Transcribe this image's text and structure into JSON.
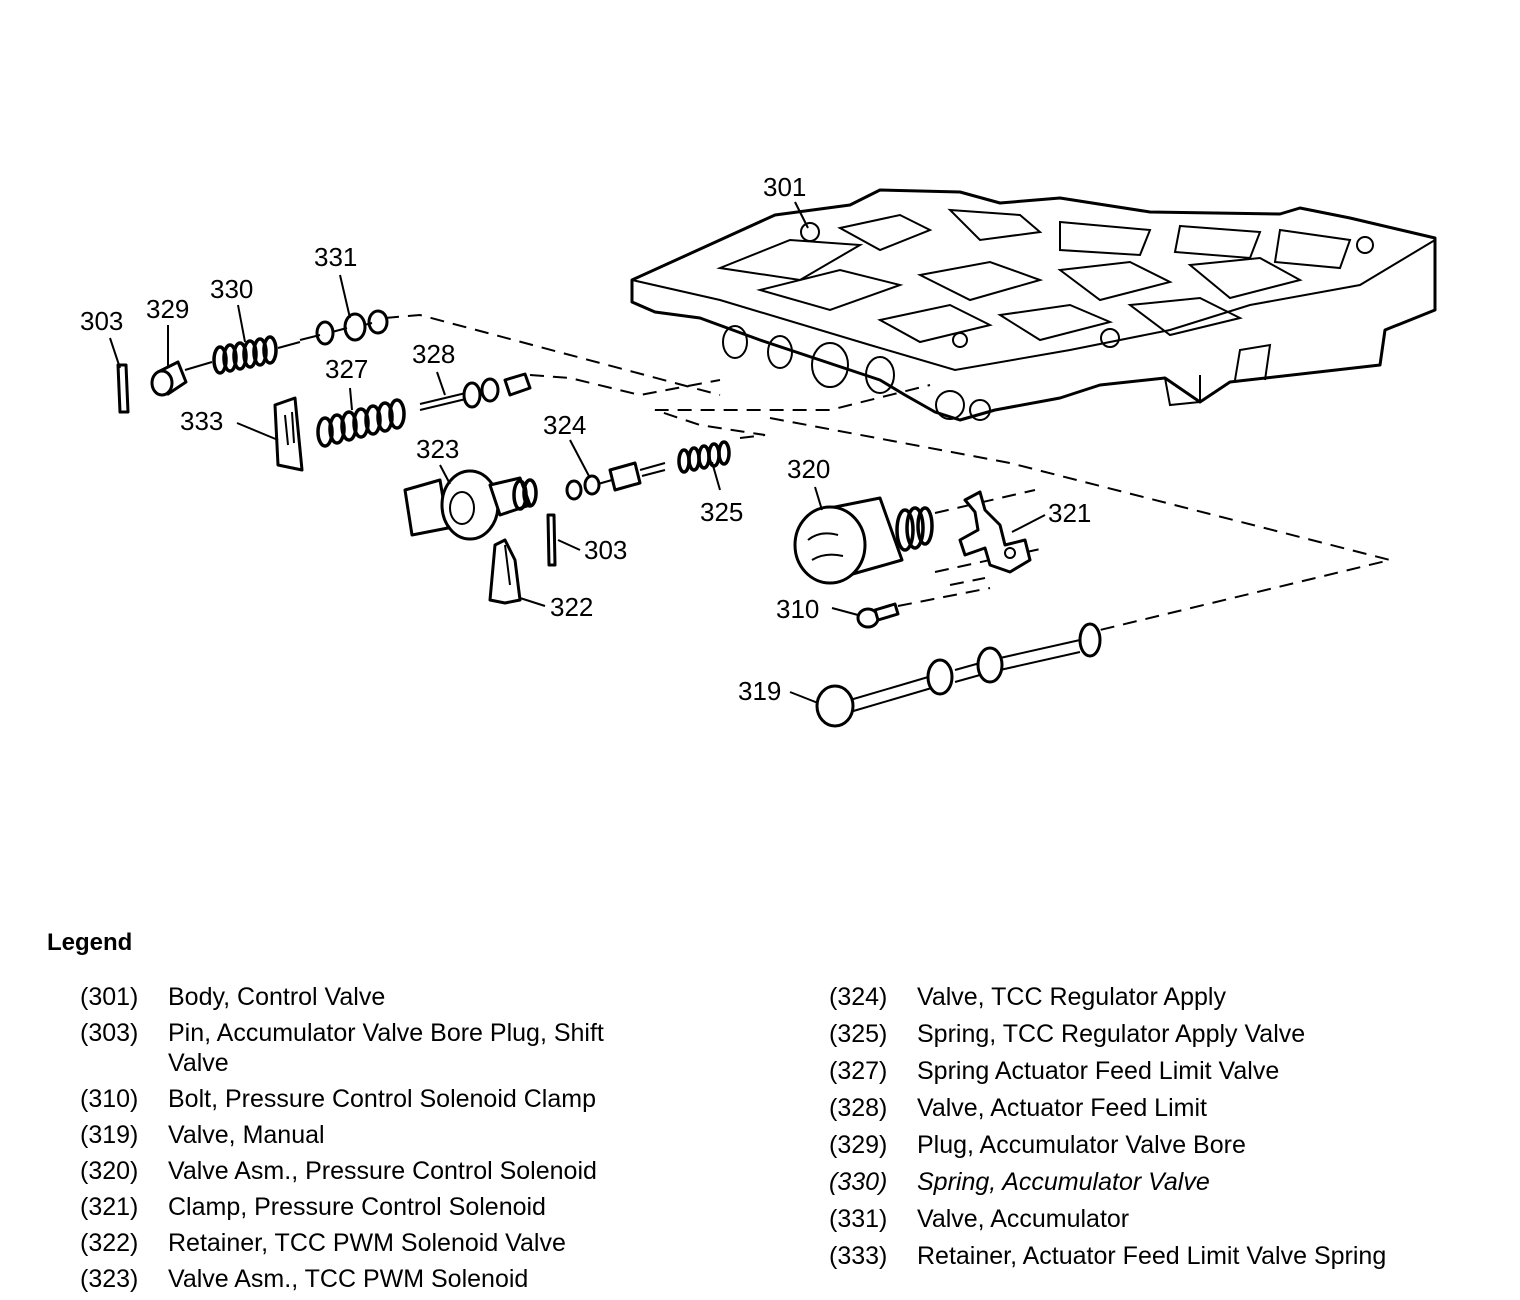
{
  "callouts": {
    "c301": "301",
    "c331": "331",
    "c330": "330",
    "c329": "329",
    "c303a": "303",
    "c328": "328",
    "c327": "327",
    "c333": "333",
    "c323": "323",
    "c324": "324",
    "c325": "325",
    "c303b": "303",
    "c322": "322",
    "c320": "320",
    "c321": "321",
    "c310": "310",
    "c319": "319"
  },
  "legend": {
    "title": "Legend",
    "left": [
      {
        "num": "(301)",
        "desc": "Body, Control Valve"
      },
      {
        "num": "(303)",
        "desc": "Pin, Accumulator Valve Bore Plug, Shift Valve"
      },
      {
        "num": "(310)",
        "desc": "Bolt, Pressure Control Solenoid Clamp"
      },
      {
        "num": "(319)",
        "desc": "Valve, Manual"
      },
      {
        "num": "(320)",
        "desc": "Valve Asm., Pressure Control Solenoid"
      },
      {
        "num": "(321)",
        "desc": "Clamp, Pressure Control Solenoid"
      },
      {
        "num": "(322)",
        "desc": "Retainer, TCC PWM Solenoid Valve"
      },
      {
        "num": "(323)",
        "desc": "Valve Asm., TCC PWM Solenoid"
      }
    ],
    "right": [
      {
        "num": "(324)",
        "desc": "Valve, TCC Regulator Apply"
      },
      {
        "num": "(325)",
        "desc": "Spring, TCC Regulator Apply Valve"
      },
      {
        "num": "(327)",
        "desc": "Spring Actuator Feed Limit Valve"
      },
      {
        "num": "(328)",
        "desc": "Valve, Actuator Feed Limit"
      },
      {
        "num": "(329)",
        "desc": "Plug, Accumulator Valve Bore"
      },
      {
        "num": "(330)",
        "desc": "Spring, Accumulator Valve"
      },
      {
        "num": "(331)",
        "desc": "Valve, Accumulator"
      },
      {
        "num": "(333)",
        "desc": "Retainer, Actuator Feed Limit Valve Spring"
      }
    ]
  }
}
